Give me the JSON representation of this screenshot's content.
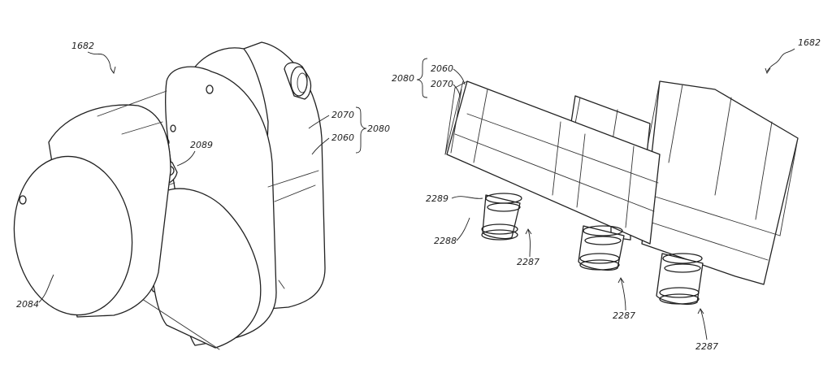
{
  "colors": {
    "line": "#222222",
    "background": "#ffffff"
  },
  "left_view": {
    "labels": {
      "assembly": "1682",
      "cover_outer": "2070",
      "cover_inner": "2060",
      "housing_group": "2080",
      "connector": "2089",
      "motor": "2084"
    }
  },
  "right_view": {
    "labels": {
      "assembly": "1682",
      "housing_group": "2080",
      "layer_top": "2060",
      "layer_bottom": "2070",
      "port_ring": "2289",
      "port_tip": "2288",
      "port_a": "2287",
      "port_b": "2287",
      "port_c": "2287"
    }
  }
}
